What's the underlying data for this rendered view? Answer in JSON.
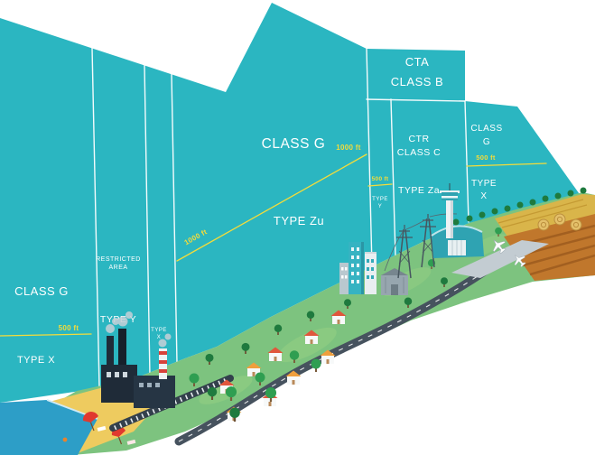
{
  "diagram": {
    "name": "UTM airspace classification zones over landscape",
    "colors": {
      "airspace": "#2bb6c1",
      "zone_lines": "#ffffff",
      "altitude": "#f4dc3a",
      "background": "#ffffff"
    },
    "zones": {
      "left_class_g": "CLASS G",
      "left_altitude": "500 ft",
      "left_type_x": "TYPE X",
      "restricted_line1": "RESTRICTED",
      "restricted_line2": "AREA",
      "restricted_type": "TYPE Y",
      "narrow_type_line1": "TYPE",
      "narrow_type_line2": "X",
      "mid_class_g": "CLASS G",
      "mid_type_zu": "TYPE Zu",
      "mid_altitude_left": "1000 ft",
      "mid_altitude_right": "1000 ft",
      "band_altitude": "500 ft",
      "band_type_line1": "TYPE",
      "band_type_line2": "Y",
      "cta_line1": "CTA",
      "cta_line2": "CLASS B",
      "ctr_line1": "CTR",
      "ctr_line2": "CLASS C",
      "ctr_type": "TYPE Za",
      "right_class_line1": "CLASS",
      "right_class_line2": "G",
      "right_altitude": "500 ft",
      "right_type_line1": "TYPE",
      "right_type_line2": "X"
    },
    "scenery": [
      "sea",
      "beach",
      "beach-umbrellas",
      "factory",
      "chimney-smoke",
      "railway",
      "road",
      "houses",
      "trees",
      "city-buildings",
      "warehouse",
      "power-pylons",
      "airport-control-tower",
      "hangar",
      "airplanes",
      "farm-fields",
      "hay-bales"
    ]
  }
}
